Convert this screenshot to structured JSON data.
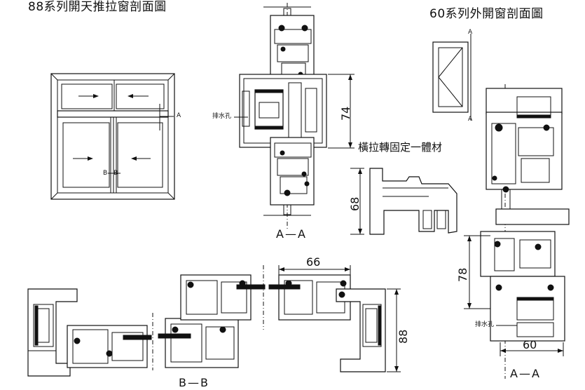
{
  "titles": {
    "left": "88系列開天推拉窗剖面圖",
    "right": "60系列外開窗剖面圖"
  },
  "labels": {
    "section_aa_center": "A—A",
    "section_aa_right": "A—A",
    "section_bb": "B—B",
    "marker_bb": "B—B",
    "marker_a": "A",
    "marker_a_top": "A",
    "marker_a_bottom": "A",
    "drain_hole_left": "排水孔",
    "drain_hole_right": "排水孔",
    "transom_note": "橫拉轉固定一體材"
  },
  "dimensions": {
    "center_height": "74",
    "transom_height": "68",
    "right_height": "78",
    "right_width": "60",
    "bottom_width": "66",
    "bottom_height": "88"
  }
}
